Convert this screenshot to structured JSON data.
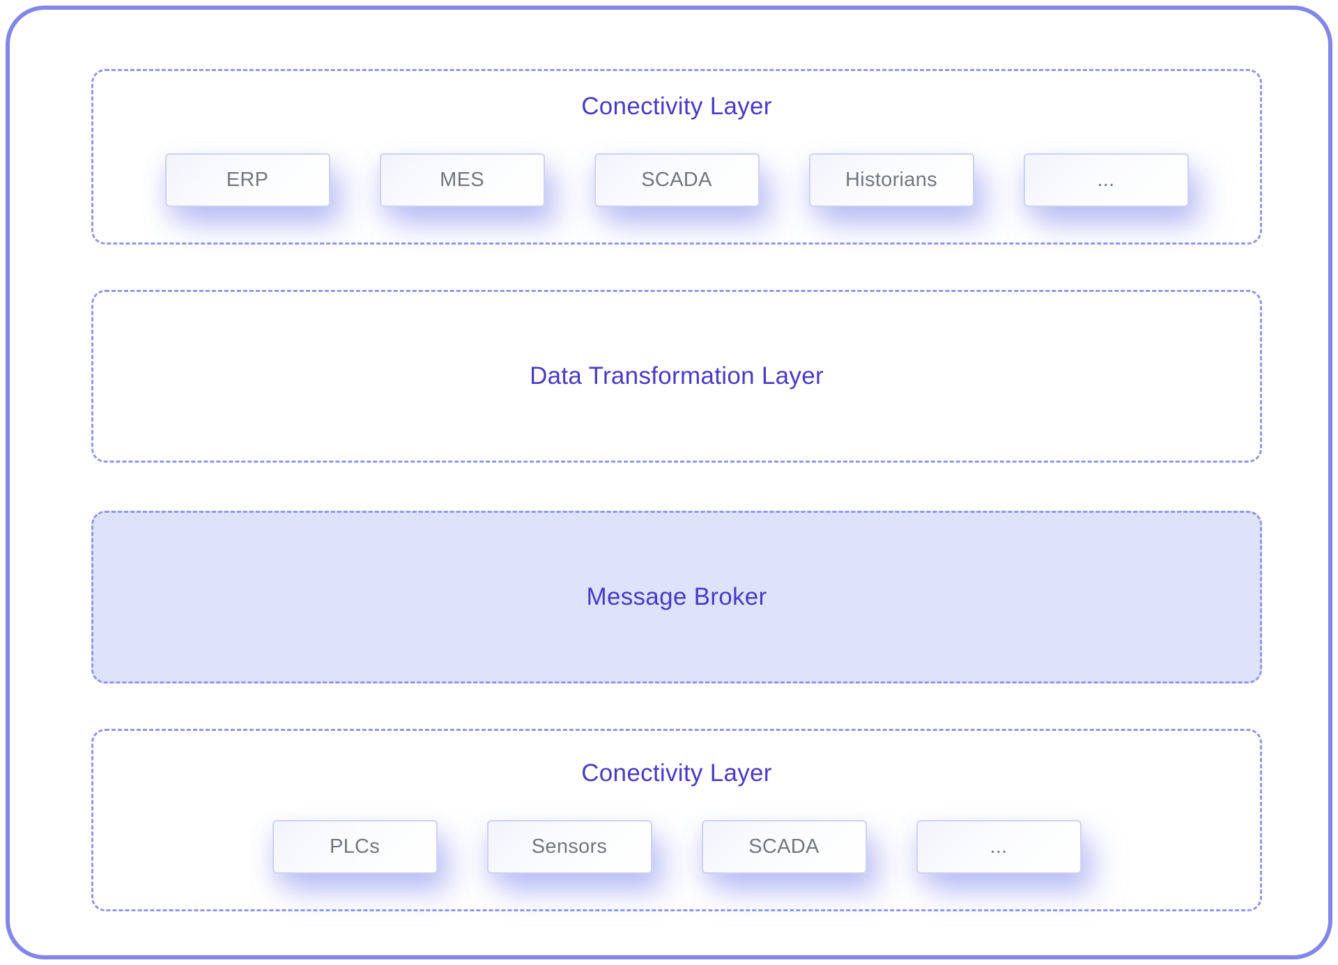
{
  "diagram": {
    "layers": [
      {
        "title": "Conectivity Layer",
        "items": [
          "ERP",
          "MES",
          "SCADA",
          "Historians",
          "..."
        ]
      },
      {
        "title": "Data Transformation Layer",
        "items": []
      },
      {
        "title": "Message Broker",
        "items": []
      },
      {
        "title": "Conectivity Layer",
        "items": [
          "PLCs",
          "Sensors",
          "SCADA",
          "..."
        ]
      }
    ],
    "colors": {
      "outer_frame_border": "#8286e8",
      "dashed_border": "#9196e9",
      "layer_title_text": "#483ac5",
      "chip_border": "#ced2f0",
      "chip_text": "#72767d",
      "broker_fill": "#dfe3f9",
      "background": "#ffffff"
    }
  }
}
